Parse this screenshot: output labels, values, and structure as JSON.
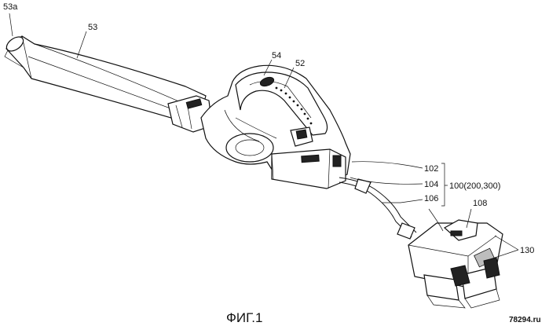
{
  "labels": {
    "nozzle_tip": "53a",
    "nozzle": "53",
    "switch": "54",
    "handle": "52",
    "connector_a": "102",
    "connector_b": "104",
    "cable_end": "106",
    "group": "100(200,300)",
    "adapter_top": "108",
    "battery_pack": "130"
  },
  "caption": "ФИГ.1",
  "watermark": "78294.ru"
}
